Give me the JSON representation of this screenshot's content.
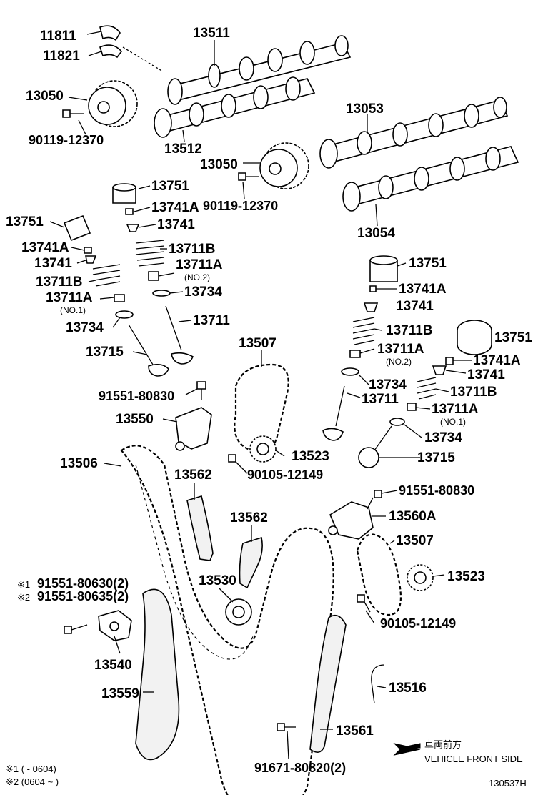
{
  "labels": {
    "p11811": "11811",
    "p11821": "11821",
    "p13511": "13511",
    "p13050a": "13050",
    "p90119a": "90119-12370",
    "p13512": "13512",
    "p13053": "13053",
    "p13050b": "13050",
    "p90119b": "90119-12370",
    "p13054": "13054",
    "p13751a": "13751",
    "p13741Aa": "13741A",
    "p13741a": "13741",
    "p13711Ba": "13711B",
    "p13711Aa": "13711A",
    "p13711Aa_sub": "(NO.2)",
    "p13734a": "13734",
    "p13711a": "13711",
    "p13751b": "13751",
    "p13741Ab": "13741A",
    "p13741b": "13741",
    "p13711Bb": "13711B",
    "p13711Ab": "13711A",
    "p13711Ab_sub": "(NO.1)",
    "p13734b": "13734",
    "p13715a": "13715",
    "p13751c": "13751",
    "p13741Ac": "13741A",
    "p13741c": "13741",
    "p13711Bc": "13711B",
    "p13711Ac": "13711A",
    "p13711Ac_sub": "(NO.2)",
    "p13734c": "13734",
    "p13711c": "13711",
    "p13751d": "13751",
    "p13741Ad": "13741A",
    "p13741d": "13741",
    "p13711Bd": "13711B",
    "p13711Ad": "13711A",
    "p13711Ad_sub": "(NO.1)",
    "p13734d": "13734",
    "p13715b": "13715",
    "p13507a": "13507",
    "p91551a": "91551-80830",
    "p13550": "13550",
    "p13506": "13506",
    "p13523a": "13523",
    "p90105a": "90105-12149",
    "p13562a": "13562",
    "p13562b": "13562",
    "p91551b": "91551-80830",
    "p13560A": "13560A",
    "p13507b": "13507",
    "p13530": "13530",
    "p13523b": "13523",
    "p91551c": "91551-80630(2)",
    "p91551d": "91551-80635(2)",
    "p90105b": "90105-12149",
    "p13540": "13540",
    "p13516": "13516",
    "p13559": "13559",
    "p13561": "13561",
    "p91671": "91671-80820(2)"
  },
  "footnote_marks": {
    "mark1": "※1",
    "mark2": "※2"
  },
  "legend": {
    "note1": "※1 (        - 0604)",
    "note2": "※2 (0604 ~        )",
    "direction_jp": "車両前方",
    "direction_en": "VEHICLE FRONT SIDE",
    "figure_id": "130537H"
  }
}
